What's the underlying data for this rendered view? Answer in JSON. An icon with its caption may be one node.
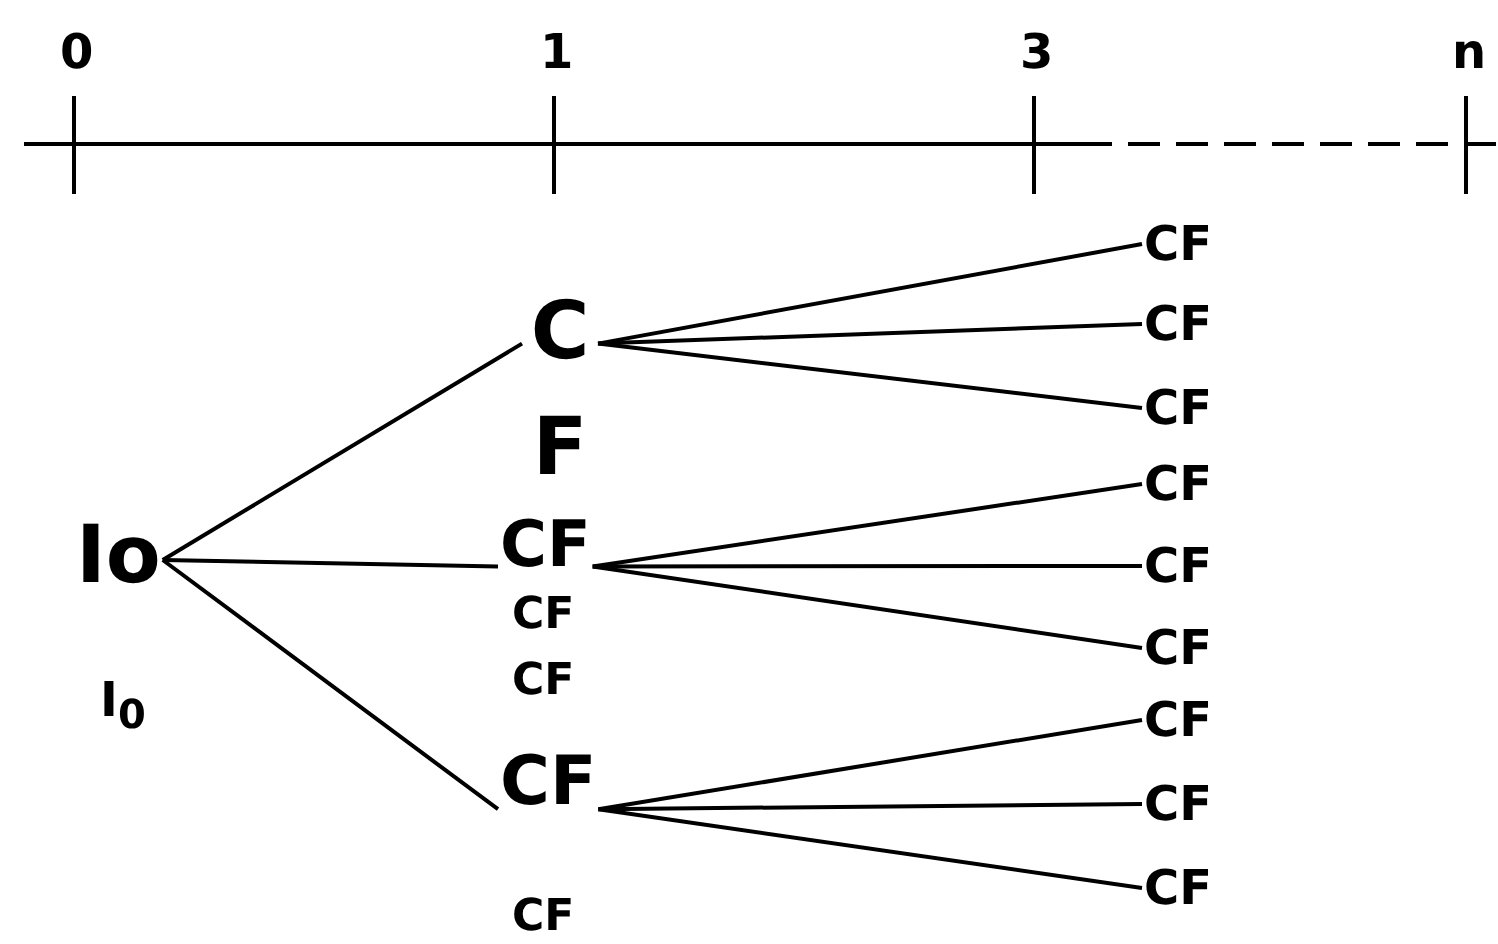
{
  "diagram": {
    "nodes": [
      {
        "text": [
          "Io"
        ]
      },
      {
        "text": [
          "C F"
        ]
      },
      {
        "text": [
          "CF"
        ]
      },
      {
        "text": [
          "CF"
        ]
      },
      {
        "text": [
          "CF"
        ]
      },
      {
        "text": [
          "CF"
        ]
      },
      {
        "text": [
          "CF"
        ]
      },
      {
        "text": [
          "CF"
        ]
      },
      {
        "text": [
          "CF"
        ]
      },
      {
        "text": [
          "CF"
        ]
      },
      {
        "text": [
          "CF"
        ]
      },
      {
        "text": [
          "CF"
        ]
      },
      {
        "text": [
          "CF"
        ]
      }
    ],
    "edges": [
      {
        "from": 0,
        "to": 1,
        "arrow": "none"
      },
      {
        "from": 0,
        "to": 2,
        "arrow": "none"
      },
      {
        "from": 0,
        "to": 3,
        "arrow": "none"
      },
      {
        "from": 1,
        "to": 4,
        "arrow": "none"
      },
      {
        "from": 1,
        "to": 5,
        "arrow": "none"
      },
      {
        "from": 1,
        "to": 6,
        "arrow": "none"
      },
      {
        "from": 2,
        "to": 7,
        "arrow": "none"
      },
      {
        "from": 2,
        "to": 8,
        "arrow": "none"
      },
      {
        "from": 2,
        "to": 9,
        "arrow": "none"
      },
      {
        "from": 3,
        "to": 10,
        "arrow": "none"
      },
      {
        "from": 3,
        "to": 11,
        "arrow": "none"
      },
      {
        "from": 3,
        "to": 12,
        "arrow": "none"
      }
    ],
    "labels": [
      "0",
      "1",
      "3",
      "n",
      "CF",
      "CF",
      "I$_{0}$",
      "CF"
    ]
  }
}
